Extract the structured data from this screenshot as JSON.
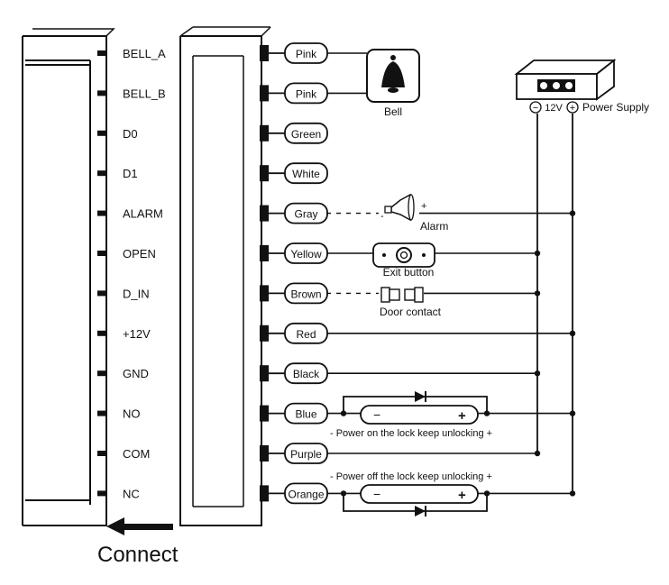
{
  "controller_pins": [
    "BELL_A",
    "BELL_B",
    "D0",
    "D1",
    "ALARM",
    "OPEN",
    "D_IN",
    "+12V",
    "GND",
    "NO",
    "COM",
    "NC"
  ],
  "wire_colors": [
    "Pink",
    "Pink",
    "Green",
    "White",
    "Gray",
    "Yellow",
    "Brown",
    "Red",
    "Black",
    "Blue",
    "Purple",
    "Orange"
  ],
  "devices": {
    "bell": "Bell",
    "alarm": "Alarm",
    "exit_button": "Exit button",
    "door_contact": "Door contact",
    "power_supply": "Power Supply",
    "voltage": "12V",
    "minus_sign": "−",
    "plus_sign": "+"
  },
  "lock_notes": {
    "on": "-  Power on the lock keep unlocking  +",
    "off": "-  Power off the lock keep unlocking  +"
  },
  "connect_label": "Connect"
}
